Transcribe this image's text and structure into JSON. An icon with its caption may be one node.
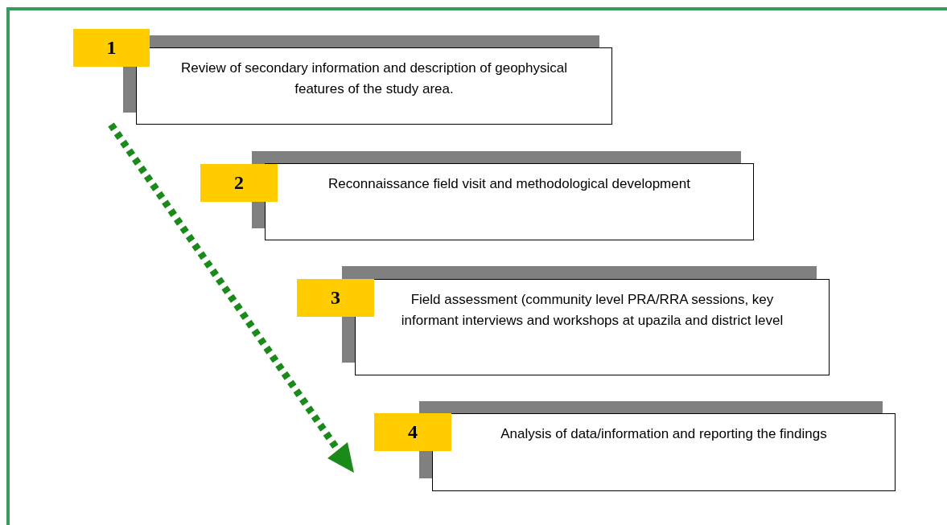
{
  "diagram": {
    "nodes": [
      {
        "text": [
          "1"
        ]
      },
      {
        "text": [
          "Review of secondary information and description of geophysical features of the study area."
        ]
      },
      {
        "text": [
          "2"
        ]
      },
      {
        "text": [
          "Reconnaissance field visit and methodological development"
        ]
      },
      {
        "text": [
          "3"
        ]
      },
      {
        "text": [
          "Field assessment (community level PRA/RRA sessions, key informant interviews and workshops at upazila and district level"
        ]
      },
      {
        "text": [
          "4"
        ]
      },
      {
        "text": [
          "Analysis of data/information and reporting the findings"
        ]
      }
    ],
    "edges": []
  }
}
